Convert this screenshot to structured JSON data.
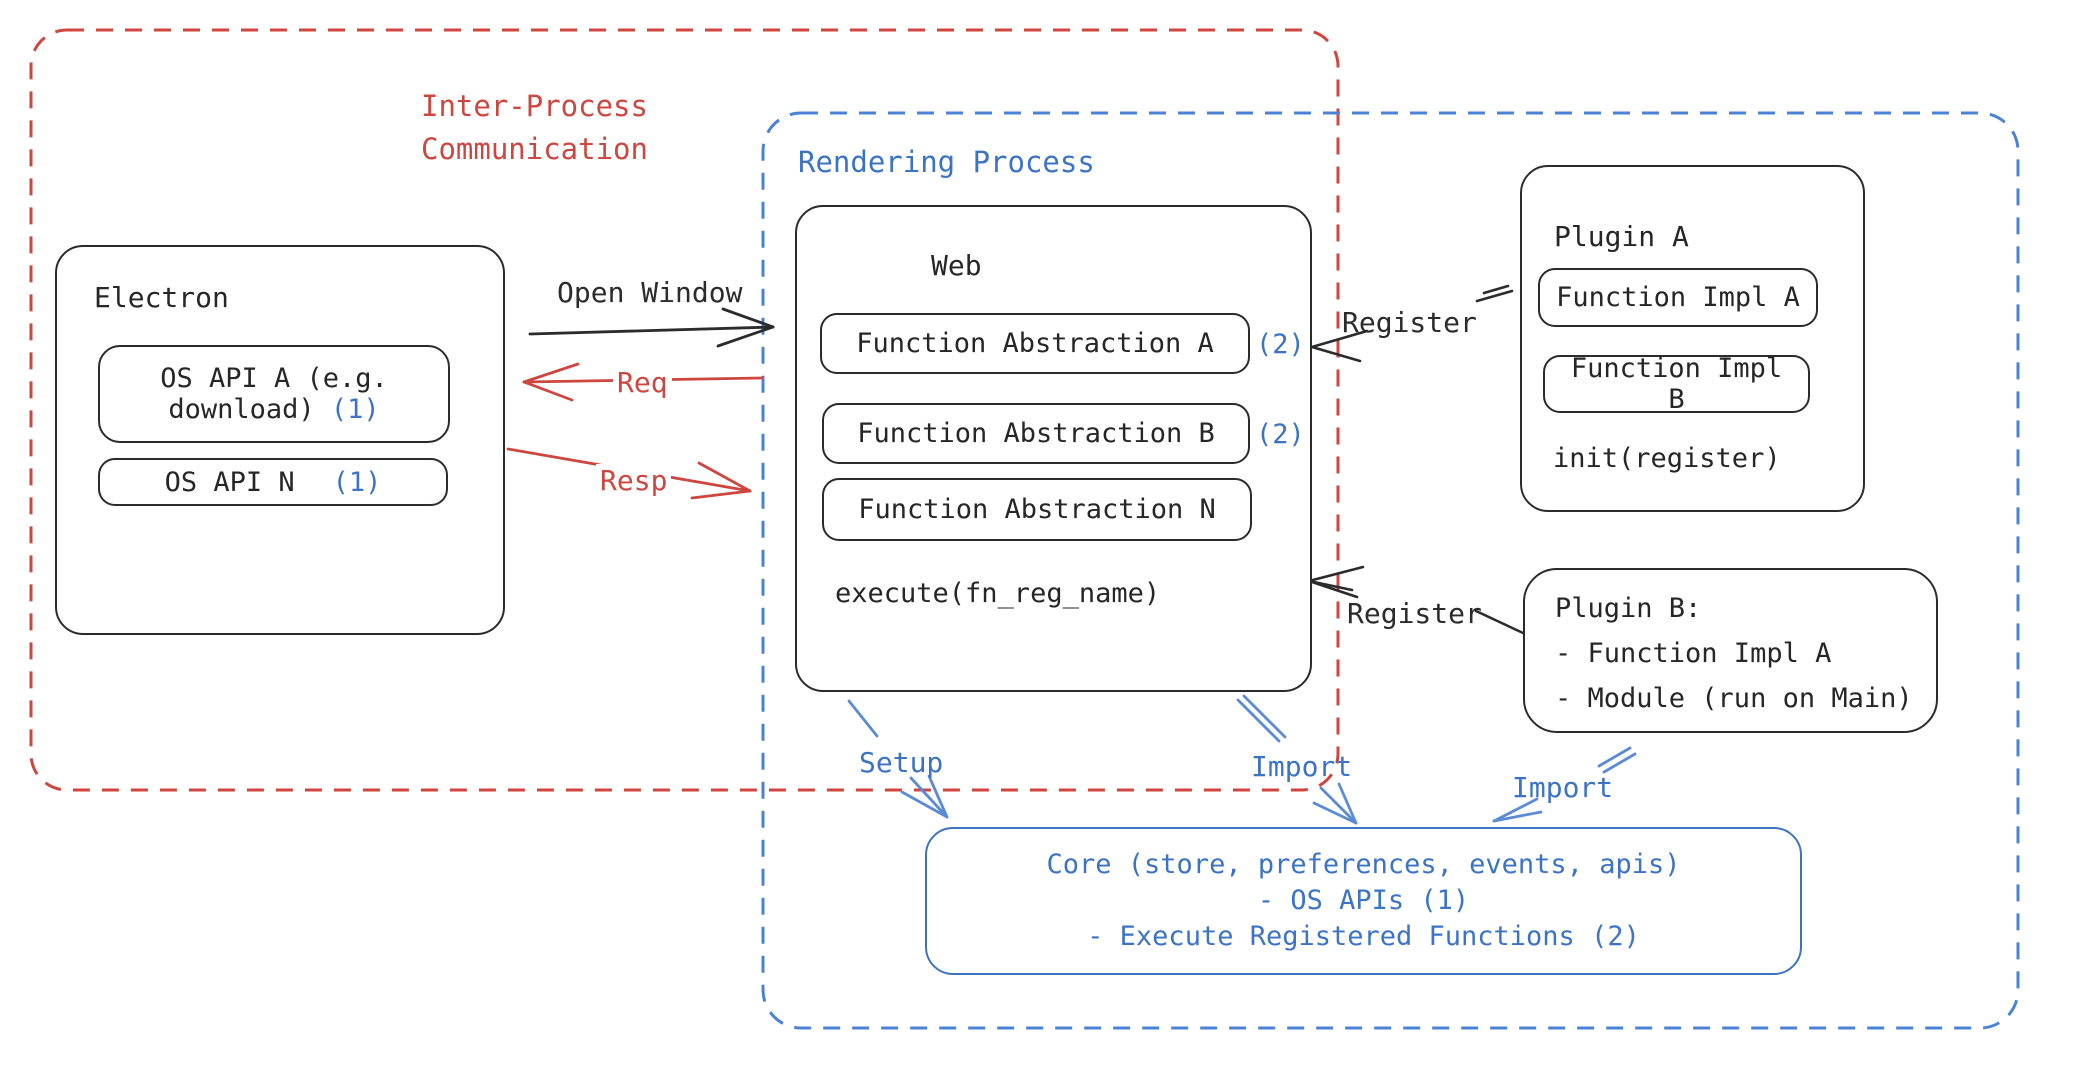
{
  "groups": {
    "ipc": {
      "label": "Inter-Process\nCommunication"
    },
    "rendering": {
      "label": "Rendering Process"
    }
  },
  "electron": {
    "title": "Electron",
    "apis": [
      {
        "label": "OS API A (e.g. download)",
        "badge": "(1)"
      },
      {
        "label": "OS API N",
        "badge": "(1)"
      }
    ]
  },
  "web": {
    "title": "Web",
    "abstractions": [
      {
        "label": "Function Abstraction A",
        "badge": "(2)"
      },
      {
        "label": "Function Abstraction B",
        "badge": "(2)"
      },
      {
        "label": "Function Abstraction N",
        "badge": ""
      }
    ],
    "execute_label": "execute(fn_reg_name)"
  },
  "plugin_a": {
    "title": "Plugin A",
    "impls": [
      {
        "label": "Function Impl A"
      },
      {
        "label": "Function Impl B"
      }
    ],
    "init_label": "init(register)"
  },
  "plugin_b": {
    "text": "Plugin B:\n- Function Impl A\n- Module (run on Main)"
  },
  "core": {
    "text": "Core (store, preferences, events, apis)\n- OS APIs (1)\n- Execute Registered Functions (2)"
  },
  "arrows": {
    "open_window": "Open Window",
    "req": "Req",
    "resp": "Resp",
    "register_top": "Register",
    "register_bottom": "Register",
    "setup": "Setup",
    "import_web_core": "Import",
    "import_plugin_core": "Import"
  },
  "colors": {
    "red": "#cd463f",
    "blue": "#3b73c5",
    "black": "#2b2b2b"
  }
}
